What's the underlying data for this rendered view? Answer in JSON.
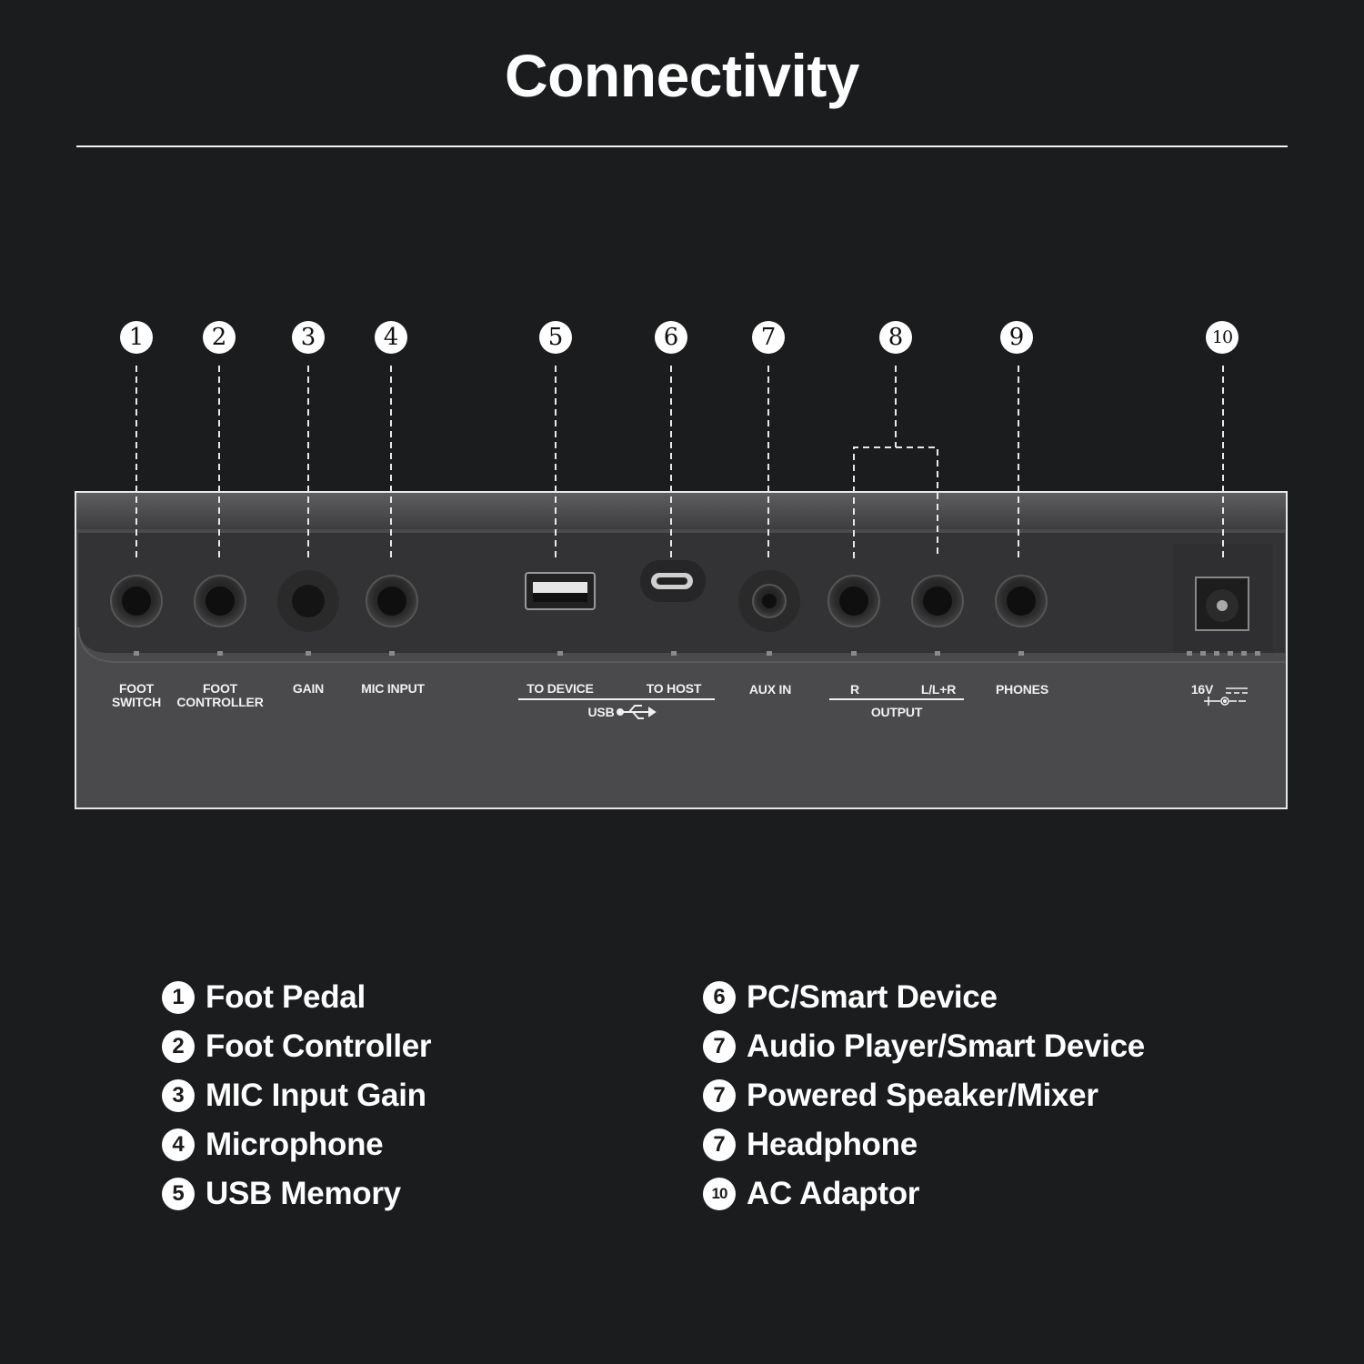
{
  "title": "Connectivity",
  "callouts": [
    "1",
    "2",
    "3",
    "4",
    "5",
    "6",
    "7",
    "8",
    "9",
    "10"
  ],
  "panel_labels": {
    "foot_switch": "FOOT\nSWITCH",
    "foot_controller": "FOOT\nCONTROLLER",
    "gain": "GAIN",
    "mic_input": "MIC INPUT",
    "to_device": "TO DEVICE",
    "to_host": "TO HOST",
    "usb": "USB",
    "aux_in": "AUX IN",
    "r": "R",
    "l_lr": "L/L+R",
    "output": "OUTPUT",
    "phones": "PHONES",
    "power": "16V"
  },
  "legend_left": [
    {
      "num": "1",
      "text": "Foot Pedal"
    },
    {
      "num": "2",
      "text": "Foot Controller"
    },
    {
      "num": "3",
      "text": "MIC Input Gain"
    },
    {
      "num": "4",
      "text": "Microphone"
    },
    {
      "num": "5",
      "text": "USB Memory"
    }
  ],
  "legend_right": [
    {
      "num": "6",
      "text": "PC/Smart Device"
    },
    {
      "num": "7",
      "text": "Audio Player/Smart Device"
    },
    {
      "num": "7",
      "text": "Powered Speaker/Mixer"
    },
    {
      "num": "7",
      "text": "Headphone"
    },
    {
      "num": "10",
      "text": "AC Adaptor"
    }
  ],
  "colors": {
    "background": "#1a1c1e",
    "panel": "#4b4b4d",
    "panel_recess": "#3a3a3c",
    "callout": "#ffffff"
  }
}
